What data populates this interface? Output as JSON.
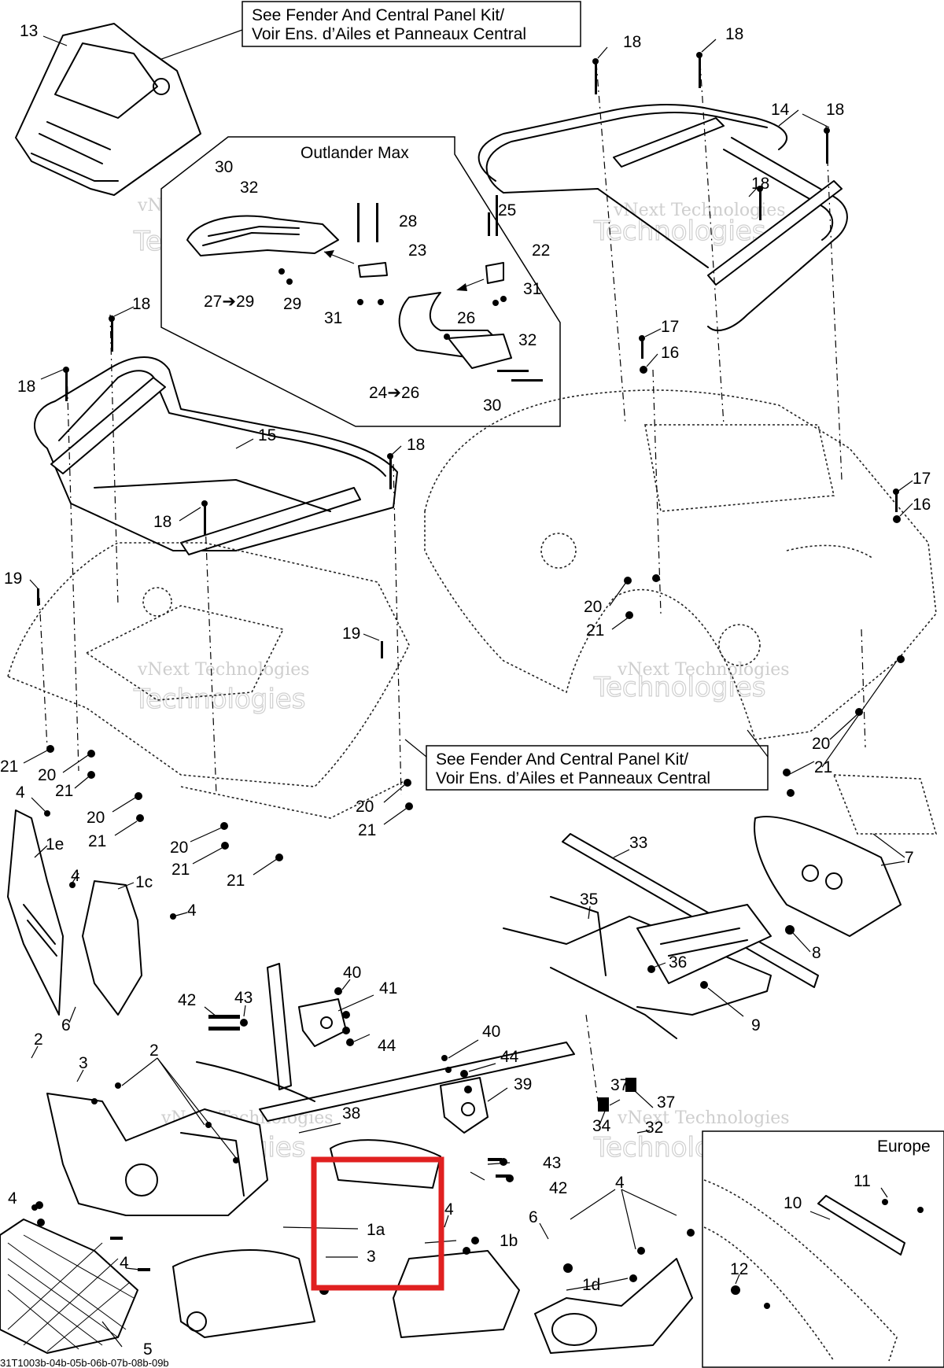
{
  "notes": {
    "fender_kit_top": [
      "See Fender And Central Panel Kit/",
      "Voir Ens. d’Ailes et Panneaux Central"
    ],
    "fender_kit_mid": [
      "See Fender And Central Panel Kit/",
      "Voir Ens. d’Ailes et Panneaux Central"
    ],
    "outlander_max": "Outlander Max",
    "europe": "Europe",
    "figure_code": "31T1003b-04b-05b-06b-07b-08b-09b"
  },
  "watermark": {
    "line1": "vNext Technologies",
    "line2": "Technologies"
  },
  "highlight": {
    "color": "#e02020",
    "target_callout": "1a"
  },
  "callouts": [
    {
      "id": "c-13",
      "text": "13"
    },
    {
      "id": "c-18a",
      "text": "18"
    },
    {
      "id": "c-18b",
      "text": "18"
    },
    {
      "id": "c-14",
      "text": "14"
    },
    {
      "id": "c-18c",
      "text": "18"
    },
    {
      "id": "c-18d",
      "text": "18"
    },
    {
      "id": "c-30a",
      "text": "30"
    },
    {
      "id": "c-32a",
      "text": "32"
    },
    {
      "id": "c-28",
      "text": "28"
    },
    {
      "id": "c-25",
      "text": "25"
    },
    {
      "id": "c-23",
      "text": "23"
    },
    {
      "id": "c-22",
      "text": "22"
    },
    {
      "id": "c-27-29",
      "text": "27➔29"
    },
    {
      "id": "c-29",
      "text": "29"
    },
    {
      "id": "c-31a",
      "text": "31"
    },
    {
      "id": "c-31b",
      "text": "31"
    },
    {
      "id": "c-26",
      "text": "26"
    },
    {
      "id": "c-32b",
      "text": "32"
    },
    {
      "id": "c-24-26",
      "text": "24➔26"
    },
    {
      "id": "c-30b",
      "text": "30"
    },
    {
      "id": "c-18e",
      "text": "18"
    },
    {
      "id": "c-18f",
      "text": "18"
    },
    {
      "id": "c-15",
      "text": "15"
    },
    {
      "id": "c-18g",
      "text": "18"
    },
    {
      "id": "c-18h",
      "text": "18"
    },
    {
      "id": "c-17a",
      "text": "17"
    },
    {
      "id": "c-16a",
      "text": "16"
    },
    {
      "id": "c-17b",
      "text": "17"
    },
    {
      "id": "c-16b",
      "text": "16"
    },
    {
      "id": "c-19a",
      "text": "19"
    },
    {
      "id": "c-19b",
      "text": "19"
    },
    {
      "id": "c-20a",
      "text": "20"
    },
    {
      "id": "c-21a",
      "text": "21"
    },
    {
      "id": "c-21b",
      "text": "21"
    },
    {
      "id": "c-20b",
      "text": "20"
    },
    {
      "id": "c-21c",
      "text": "21"
    },
    {
      "id": "c-20c",
      "text": "20"
    },
    {
      "id": "c-21d",
      "text": "21"
    },
    {
      "id": "c-20d",
      "text": "20"
    },
    {
      "id": "c-21e",
      "text": "21"
    },
    {
      "id": "c-21f",
      "text": "21"
    },
    {
      "id": "c-20e",
      "text": "20"
    },
    {
      "id": "c-21g",
      "text": "21"
    },
    {
      "id": "c-20f",
      "text": "20"
    },
    {
      "id": "c-21h",
      "text": "21"
    },
    {
      "id": "c-4a",
      "text": "4"
    },
    {
      "id": "c-1e",
      "text": "1e"
    },
    {
      "id": "c-4b",
      "text": "4"
    },
    {
      "id": "c-1c",
      "text": "1c"
    },
    {
      "id": "c-4c",
      "text": "4"
    },
    {
      "id": "c-6a",
      "text": "6"
    },
    {
      "id": "c-33",
      "text": "33"
    },
    {
      "id": "c-7",
      "text": "7"
    },
    {
      "id": "c-35",
      "text": "35"
    },
    {
      "id": "c-8",
      "text": "8"
    },
    {
      "id": "c-36",
      "text": "36"
    },
    {
      "id": "c-9",
      "text": "9"
    },
    {
      "id": "c-40a",
      "text": "40"
    },
    {
      "id": "c-41",
      "text": "41"
    },
    {
      "id": "c-42a",
      "text": "42"
    },
    {
      "id": "c-43a",
      "text": "43"
    },
    {
      "id": "c-44a",
      "text": "44"
    },
    {
      "id": "c-2a",
      "text": "2"
    },
    {
      "id": "c-3a",
      "text": "3"
    },
    {
      "id": "c-2b",
      "text": "2"
    },
    {
      "id": "c-40b",
      "text": "40"
    },
    {
      "id": "c-44b",
      "text": "44"
    },
    {
      "id": "c-39",
      "text": "39"
    },
    {
      "id": "c-37a",
      "text": "37"
    },
    {
      "id": "c-34",
      "text": "34"
    },
    {
      "id": "c-37b",
      "text": "37"
    },
    {
      "id": "c-32c",
      "text": "32"
    },
    {
      "id": "c-38",
      "text": "38"
    },
    {
      "id": "c-43b",
      "text": "43"
    },
    {
      "id": "c-42b",
      "text": "42"
    },
    {
      "id": "c-4d",
      "text": "4"
    },
    {
      "id": "c-1a",
      "text": "1a"
    },
    {
      "id": "c-3b",
      "text": "3"
    },
    {
      "id": "c-4e",
      "text": "4"
    },
    {
      "id": "c-1b",
      "text": "1b"
    },
    {
      "id": "c-6b",
      "text": "6"
    },
    {
      "id": "c-4f",
      "text": "4"
    },
    {
      "id": "c-1d",
      "text": "1d"
    },
    {
      "id": "c-4g",
      "text": "4"
    },
    {
      "id": "c-5",
      "text": "5"
    },
    {
      "id": "c-11",
      "text": "11"
    },
    {
      "id": "c-10",
      "text": "10"
    },
    {
      "id": "c-12",
      "text": "12"
    }
  ]
}
